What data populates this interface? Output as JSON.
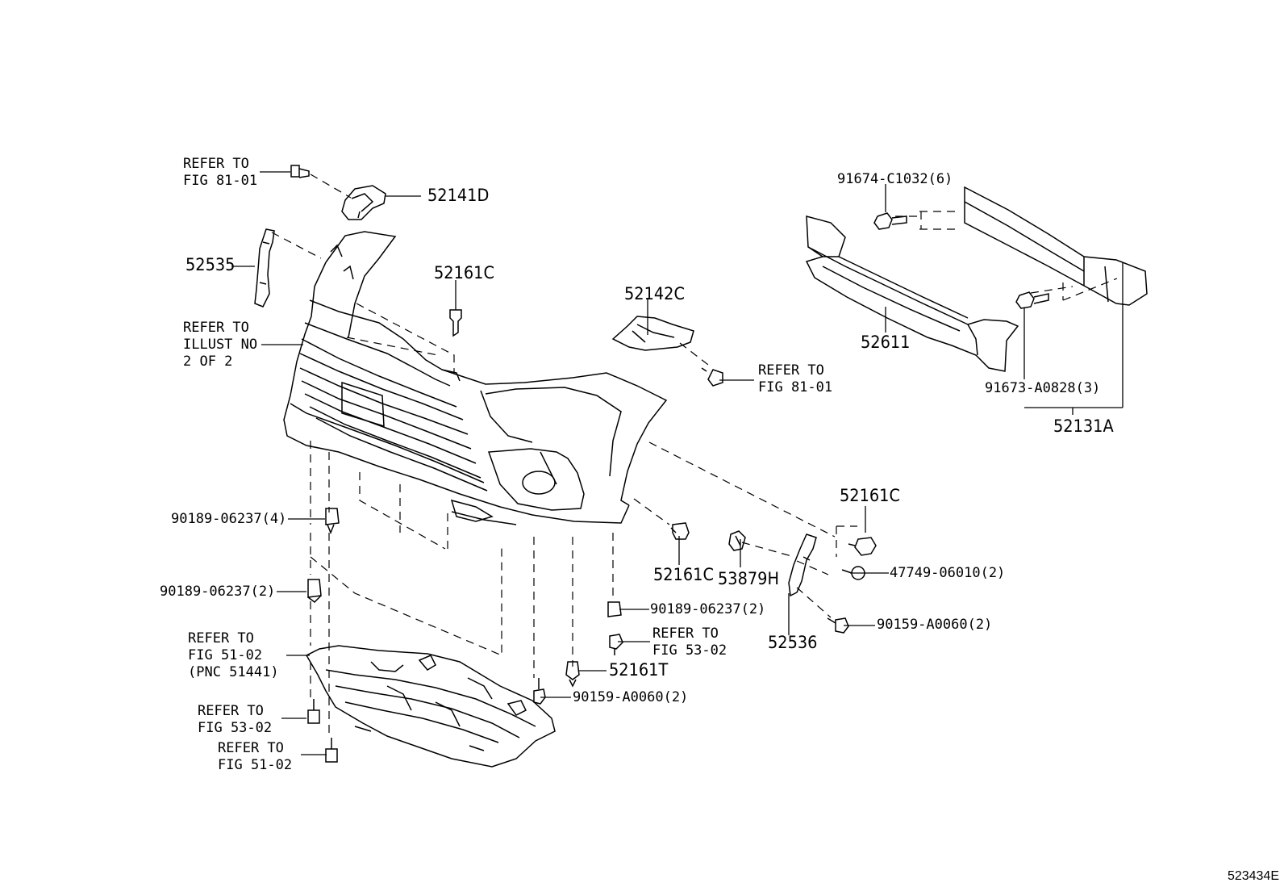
{
  "labels": {
    "refer_81_01_top": [
      "REFER TO",
      "FIG 81-01"
    ],
    "p52141D": "52141D",
    "p52535": "52535",
    "refer_illust": [
      "REFER TO",
      "ILLUST NO",
      "2 OF 2"
    ],
    "p52161C_top": "52161C",
    "p52142C": "52142C",
    "refer_81_01_mid": [
      "REFER TO",
      "FIG 81-01"
    ],
    "p91674": "91674-C1032(6)",
    "p52611": "52611",
    "p91673": "91673-A0828(3)",
    "p52131A": "52131A",
    "p52161C_right": "52161C",
    "p90189_4": "90189-06237(4)",
    "p90189_2_left": "90189-06237(2)",
    "p52161C_mid": "52161C",
    "p53879H": "53879H",
    "p47749": "47749-06010(2)",
    "p90189_2_mid": "90189-06237(2)",
    "refer_53_02_mid": [
      "REFER TO",
      "FIG 53-02"
    ],
    "p52536": "52536",
    "p90159_right": "90159-A0060(2)",
    "refer_51_02_pnc": [
      "REFER TO",
      "FIG 51-02",
      "(PNC 51441)"
    ],
    "p52161T": "52161T",
    "p90159_bottom": "90159-A0060(2)",
    "refer_53_02_left": [
      "REFER TO",
      "FIG 53-02"
    ],
    "refer_51_02_bottom": [
      "REFER TO",
      "FIG 51-02"
    ]
  },
  "figure_id": "523434E"
}
